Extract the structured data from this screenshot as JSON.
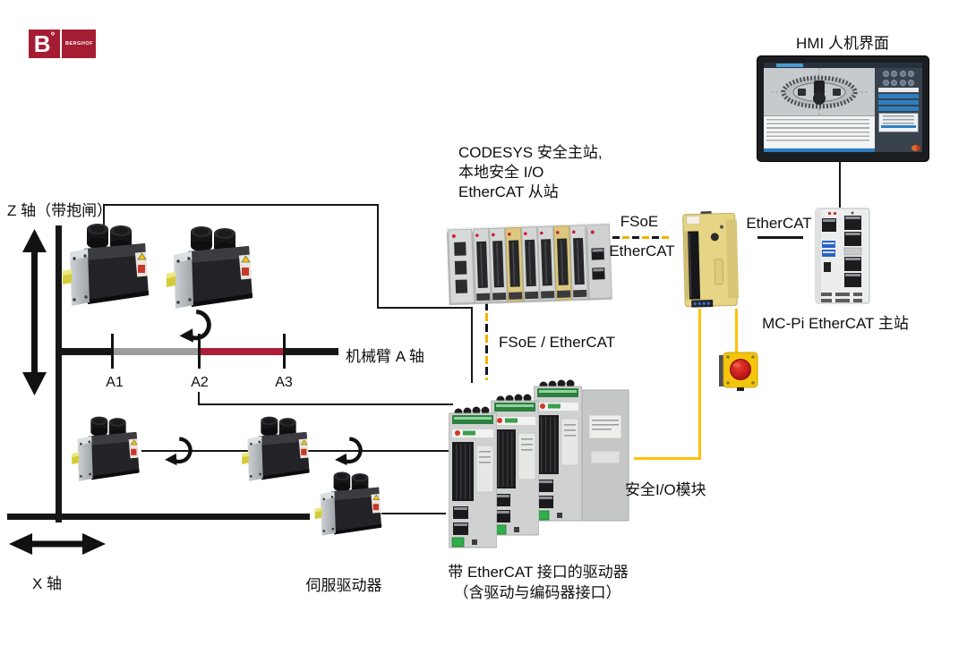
{
  "logo": {
    "mark": "B",
    "degree": "°",
    "name": "BERGHOF"
  },
  "colors": {
    "brand_red": "#A51D33",
    "signal_yellow": "#FFC107",
    "arm_red": "#AE1E38",
    "arm_gray": "#9C9C9C",
    "safety_module_yellow": "#E5D584",
    "estop_red": "#C3131C",
    "line_black": "#161616"
  },
  "labels": {
    "hmi": "HMI 人机界面",
    "codesys_line1": "CODESYS 安全主站,",
    "codesys_line2": "本地安全 I/O",
    "codesys_line3": "EtherCAT 从站",
    "fsoe": "FSoE",
    "ethercat_left": "EtherCAT",
    "ethercat_right": "EtherCAT",
    "mcpi": "MC-Pi EtherCAT 主站",
    "z_axis": "Z 轴（带抱闸）",
    "arm_a": "机械臂 A 轴",
    "a1": "A1",
    "a2": "A2",
    "a3": "A3",
    "fsoe_ethercat": "FSoE / EtherCAT",
    "safety_io": "安全I/O模块",
    "x_axis": "X 轴",
    "servo_drives": "伺服驱动器",
    "drives_line1": "带 EtherCAT 接口的驱动器",
    "drives_line2": "（含驱动与编码器接口）"
  }
}
